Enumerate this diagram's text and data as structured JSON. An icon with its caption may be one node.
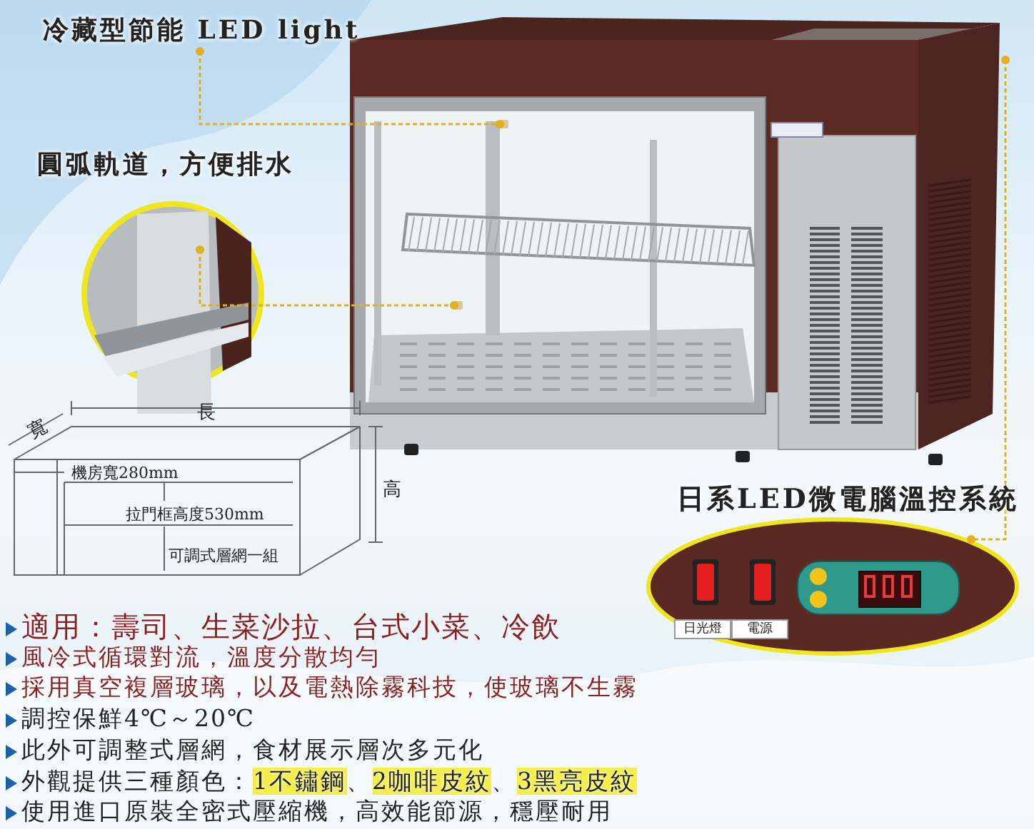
{
  "diagram": {
    "nodes": [
      {
        "text": [
          "冷藏型節能 LED light"
        ]
      },
      {
        "text": [],
        "shape": "picture"
      },
      {
        "text": [],
        "shape": "bar",
        "in": 1
      },
      {
        "text": [
          "圓弧軌道，方便排水"
        ]
      },
      {
        "text": [],
        "shape": "picture"
      },
      {
        "text": [],
        "shape": "bar",
        "in": 1
      },
      {
        "text": [
          "日系LED微電腦溫控系統"
        ]
      },
      {
        "text": [],
        "shape": "picture"
      }
    ],
    "edges": [
      {
        "from": 0,
        "to": 2,
        "arrow": "other",
        "style": "dashed"
      },
      {
        "from": 4,
        "to": 5,
        "arrow": "other",
        "style": "dashed"
      },
      {
        "from": 1,
        "to": 7,
        "arrow": "other",
        "style": "dashed"
      }
    ],
    "labels": [
      "長",
      "寬",
      "機房寬280mm",
      "高",
      "拉門框高度530mm",
      "可調式層網一組",
      "日光燈",
      "電源",
      "適用：壽司、生菜沙拉、台式小菜、冷飲",
      "風冷式循環對流，溫度分散均勻",
      "採用真空複層玻璃，以及電熱除霧科技，使玻璃不生霧",
      "調控保鮮4℃～20℃",
      "此外可調整式層網，食材展示層次多元化",
      "外觀提供三種顏色：**1不鏽鋼**、**2咖啡皮紋**、**3黑亮皮紋**",
      "使用進口原裝全密式壓縮機，高效能節源，穩壓耐用"
    ]
  }
}
